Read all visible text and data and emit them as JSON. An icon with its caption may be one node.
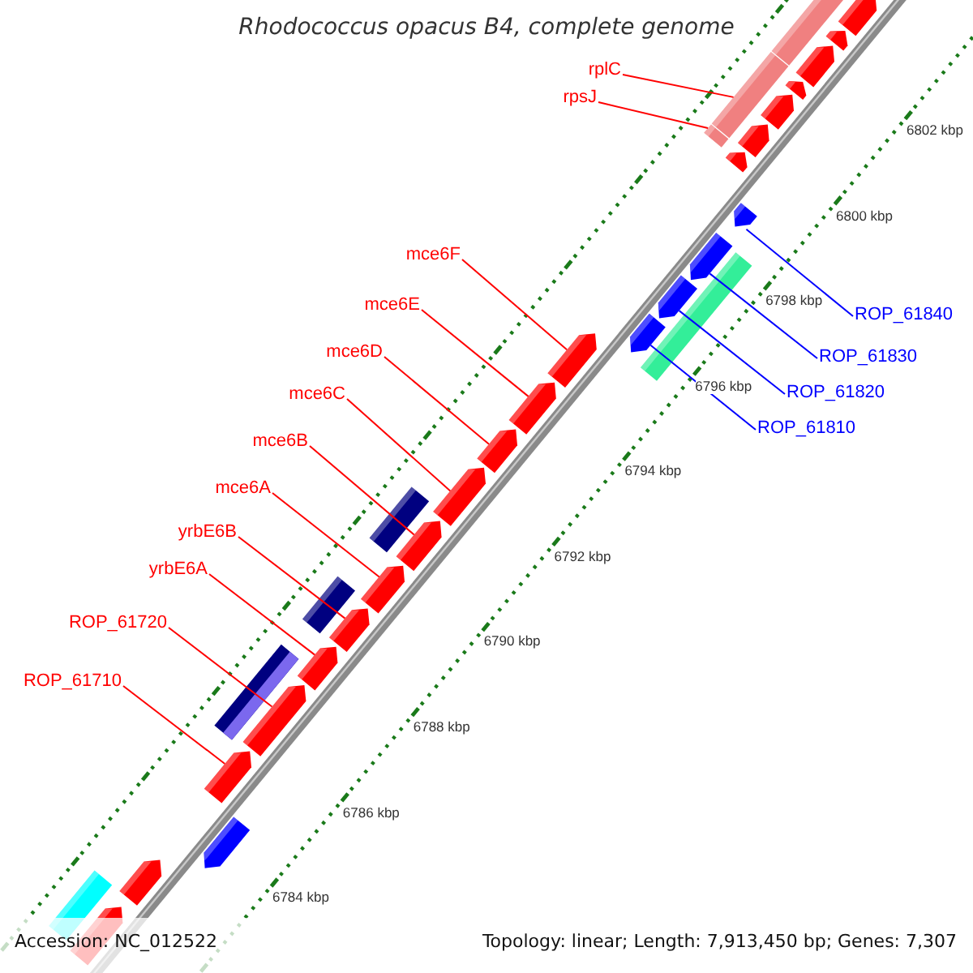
{
  "diagram": {
    "title": "Rhodococcus opacus B4, complete genome",
    "nodes": [
      {
        "text": [
          "rplC"
        ]
      },
      {
        "text": [
          "rpsJ"
        ]
      },
      {
        "text": [
          "mce6F"
        ]
      },
      {
        "text": [
          "mce6E"
        ]
      },
      {
        "text": [
          "ROP_61840"
        ]
      },
      {
        "text": [
          "mce6D"
        ]
      },
      {
        "text": [
          "ROP_61830"
        ]
      },
      {
        "text": [
          "ROP_61820"
        ]
      },
      {
        "text": [
          "mce6C"
        ]
      },
      {
        "text": [
          "ROP_61810"
        ]
      },
      {
        "text": [
          "mce6B"
        ]
      },
      {
        "text": [
          "mce6A"
        ]
      },
      {
        "text": [
          "yrbE6B"
        ]
      },
      {
        "text": [
          "yrbE6A"
        ]
      },
      {
        "text": [
          "ROP_61720"
        ]
      },
      {
        "text": [
          "ROP_61710"
        ]
      },
      {
        "text": [],
        "shape": "pentagon"
      },
      {
        "text": [],
        "shape": "pentagon"
      },
      {
        "text": [],
        "shape": "bar"
      },
      {
        "text": [],
        "shape": "pentagon"
      },
      {
        "text": [],
        "shape": "pentagon"
      },
      {
        "text": [],
        "shape": "pentagon"
      },
      {
        "text": [],
        "shape": "bar"
      },
      {
        "text": [],
        "shape": "pentagon"
      },
      {
        "text": [],
        "shape": "bar"
      },
      {
        "text": [],
        "shape": "pentagon"
      },
      {
        "text": [],
        "shape": "pentagon"
      },
      {
        "text": [],
        "shape": "pentagon"
      },
      {
        "text": [],
        "shape": "bar"
      },
      {
        "text": [],
        "shape": "pentagon"
      },
      {
        "text": [],
        "shape": "pentagon"
      },
      {
        "text": [],
        "shape": "pentagon"
      },
      {
        "text": [],
        "shape": "pentagon"
      },
      {
        "text": [],
        "shape": "pentagon"
      },
      {
        "text": [],
        "shape": "pentagon"
      },
      {
        "text": [],
        "shape": "bar"
      },
      {
        "text": [],
        "shape": "pentagon"
      },
      {
        "text": [],
        "shape": "pentagon"
      },
      {
        "text": [],
        "shape": "bar"
      },
      {
        "text": [],
        "shape": "pentagon"
      },
      {
        "text": [],
        "shape": "pentagon"
      },
      {
        "text": [],
        "shape": "bar"
      },
      {
        "text": [],
        "shape": "pentagon"
      },
      {
        "text": [],
        "shape": "pentagon"
      },
      {
        "text": [],
        "shape": "pentagon"
      },
      {
        "text": [],
        "shape": "pentagon"
      },
      {
        "text": [],
        "shape": "bar"
      },
      {
        "text": [],
        "shape": "pentagon"
      }
    ],
    "edges": [
      {
        "from": 0,
        "to": 22,
        "arrow": "none"
      },
      {
        "from": 1,
        "to": 24,
        "arrow": "none"
      },
      {
        "from": 2,
        "to": 31,
        "arrow": "none"
      },
      {
        "from": 3,
        "to": 32,
        "arrow": "none"
      },
      {
        "from": 4,
        "to": 26,
        "arrow": "none",
        "color": "#0000ff"
      },
      {
        "from": 5,
        "to": 33,
        "arrow": "none"
      },
      {
        "from": 6,
        "to": 27,
        "arrow": "none",
        "color": "#0000ff"
      },
      {
        "from": 7,
        "to": 29,
        "arrow": "none",
        "color": "#0000ff"
      },
      {
        "from": 8,
        "to": 34,
        "arrow": "none"
      },
      {
        "from": 9,
        "to": 30,
        "arrow": "none",
        "color": "#0000ff"
      },
      {
        "from": 10,
        "to": 36,
        "arrow": "none"
      },
      {
        "from": 11,
        "to": 37,
        "arrow": "none"
      },
      {
        "from": 12,
        "to": 39,
        "arrow": "none"
      },
      {
        "from": 13,
        "to": 40,
        "arrow": "none"
      },
      {
        "from": 14,
        "to": 42,
        "arrow": "none"
      },
      {
        "from": 15,
        "to": 43,
        "arrow": "none"
      }
    ],
    "labels": [
      "6802 kbp",
      "6800 kbp",
      "6798 kbp",
      "6796 kbp",
      "6794 kbp",
      "6792 kbp",
      "6790 kbp",
      "6788 kbp",
      "6786 kbp",
      "6784 kbp",
      "Accession: NC_012522",
      "Topology: linear; Length: 7,913,450 bp; Genes: 7,307"
    ]
  }
}
